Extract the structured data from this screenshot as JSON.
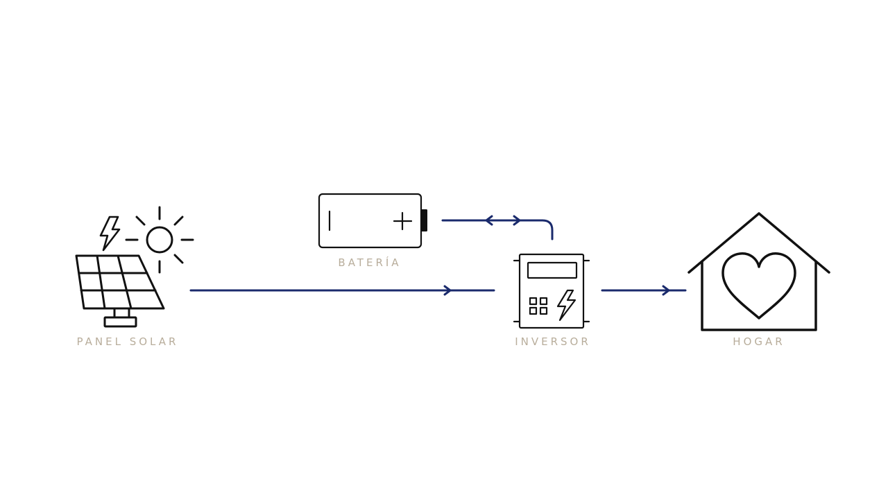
{
  "colors": {
    "background": "#ffffff",
    "icon_stroke": "#111111",
    "flow_line": "#1a2a6c",
    "label_text": "#b8ad9b"
  },
  "nodes": {
    "solar_panel": {
      "label": "PANEL SOLAR",
      "icon": "solar-panel-with-sun-icon"
    },
    "battery": {
      "label": "BATERÍA",
      "icon": "battery-icon"
    },
    "inverter": {
      "label": "INVERSOR",
      "icon": "inverter-icon"
    },
    "home": {
      "label": "HOGAR",
      "icon": "house-heart-icon"
    }
  },
  "edges": [
    {
      "from": "solar_panel",
      "to": "inverter",
      "direction": "forward"
    },
    {
      "from": "inverter",
      "to": "battery",
      "direction": "bidirectional"
    },
    {
      "from": "inverter",
      "to": "home",
      "direction": "forward"
    }
  ]
}
